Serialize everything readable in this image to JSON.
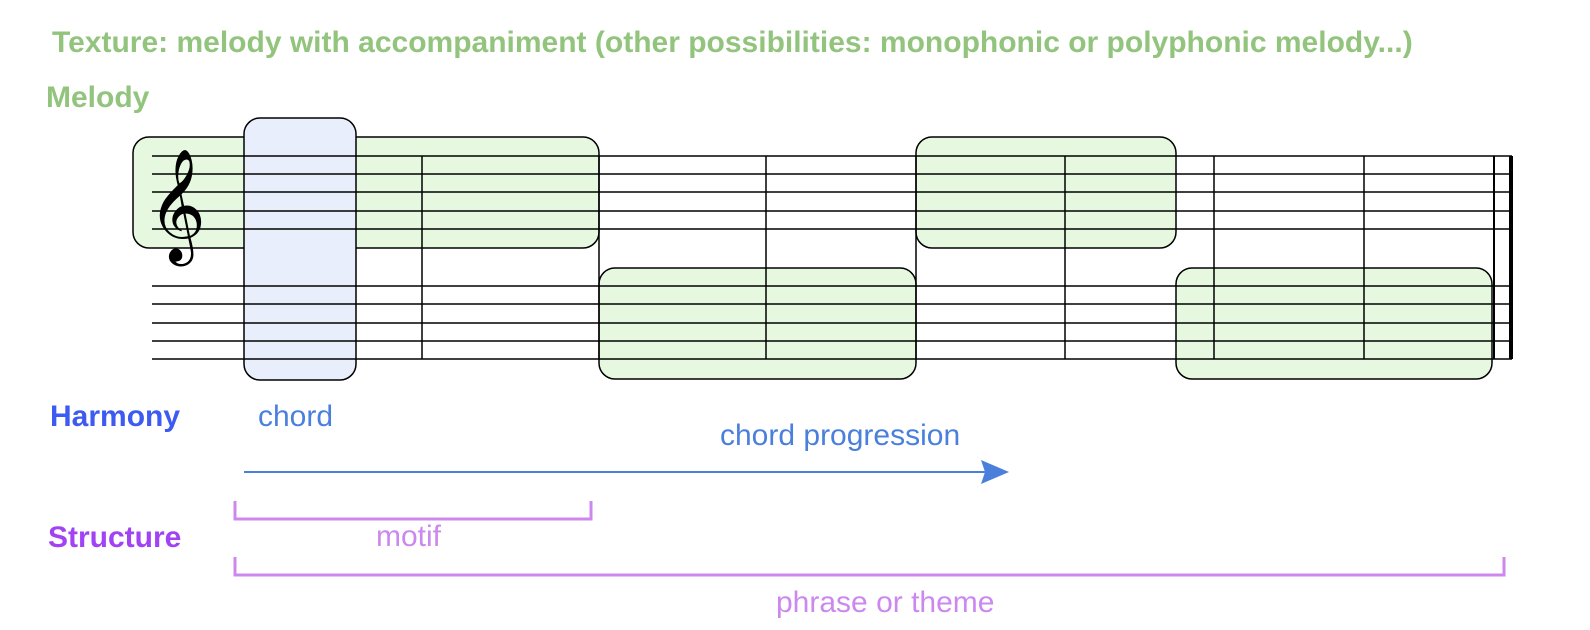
{
  "texture": {
    "label": "Texture: melody with accompaniment (other possibilities: monophonic or polyphonic melody...)"
  },
  "melody": {
    "label": "Melody"
  },
  "harmony": {
    "label": "Harmony",
    "chord_label": "chord",
    "progression_label": "chord progression"
  },
  "structure": {
    "label": "Structure",
    "motif_label": "motif",
    "phrase_label": "phrase or theme"
  },
  "staff": {
    "clef_icon": "treble-clef-icon",
    "upper_line_count": 5,
    "lower_line_count": 5
  },
  "colors": {
    "texture_green": "#93c47d",
    "melody_fill": "#e6f9e0",
    "chord_fill": "#e8eefb",
    "harmony_blue": "#3d5af1",
    "chord_blue": "#4a7fdc",
    "structure_purple": "#a142f4",
    "structure_light": "#cc88ee",
    "ink": "#000000"
  }
}
